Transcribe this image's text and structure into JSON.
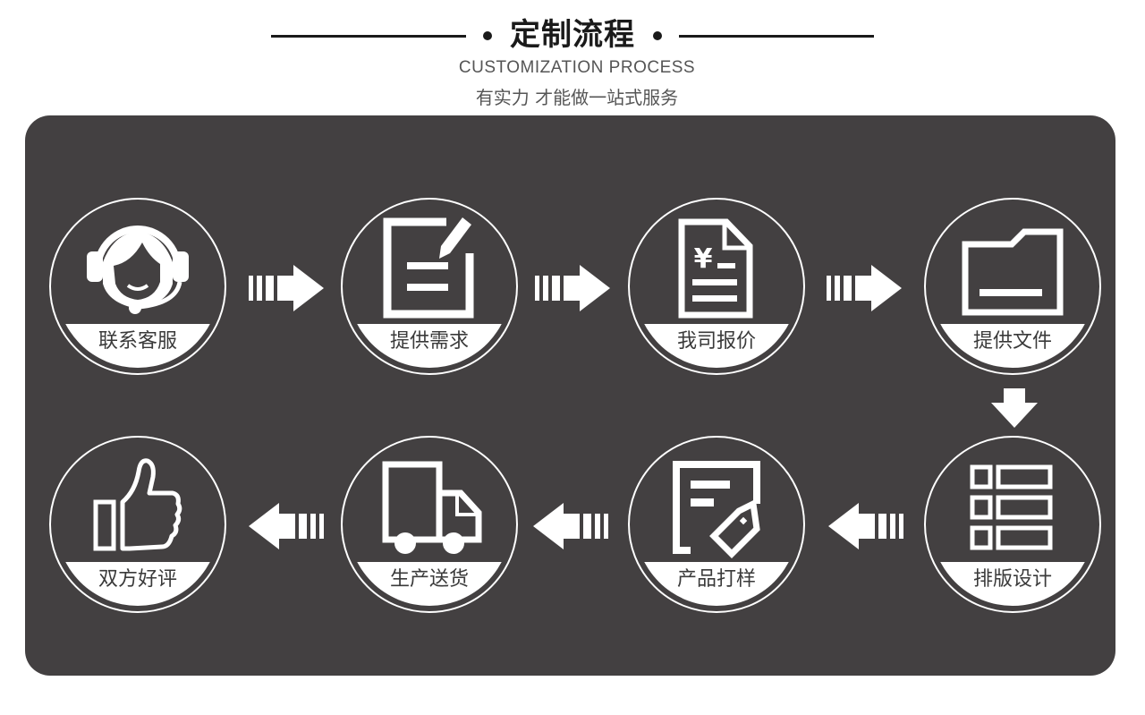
{
  "header": {
    "title": "定制流程",
    "subtitle_en": "CUSTOMIZATION PROCESS",
    "subtitle_cn": "有实力 才能做一站式服务"
  },
  "colors": {
    "panel_bg": "#434041",
    "foreground": "#ffffff",
    "title_text": "#1a1a1a",
    "subtitle_text": "#555555",
    "label_text": "#3a3a3a"
  },
  "steps": [
    {
      "order": 1,
      "label": "联系客服",
      "icon": "headset-support-icon"
    },
    {
      "order": 2,
      "label": "提供需求",
      "icon": "edit-document-icon"
    },
    {
      "order": 3,
      "label": "我司报价",
      "icon": "yuan-invoice-icon"
    },
    {
      "order": 4,
      "label": "提供文件",
      "icon": "folder-icon"
    },
    {
      "order": 5,
      "label": "排版设计",
      "icon": "layout-grid-icon"
    },
    {
      "order": 6,
      "label": "产品打样",
      "icon": "document-tag-icon"
    },
    {
      "order": 7,
      "label": "生产送货",
      "icon": "delivery-truck-icon"
    },
    {
      "order": 8,
      "label": "双方好评",
      "icon": "thumbs-up-icon"
    }
  ],
  "flow": {
    "row1_direction": "right",
    "turn_direction": "down",
    "row2_direction": "left"
  }
}
